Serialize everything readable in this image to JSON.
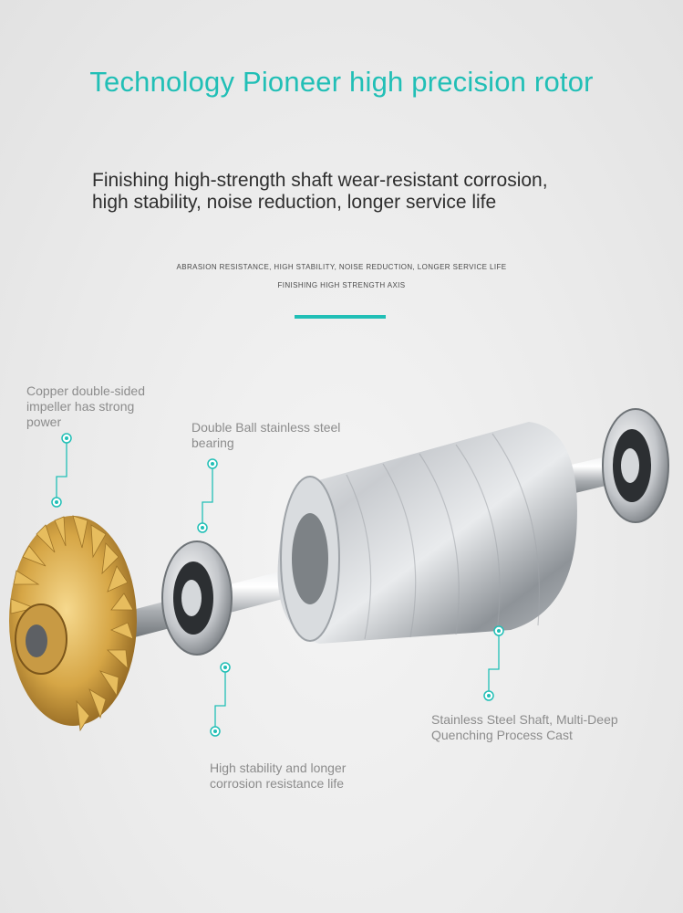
{
  "header": {
    "title": "Technology Pioneer high precision rotor",
    "subtitle_line1": "Finishing high-strength shaft wear-resistant corrosion,",
    "subtitle_line2": "high stability, noise reduction, longer service life",
    "small_line1": "ABRASION RESISTANCE, HIGH STABILITY, NOISE REDUCTION, LONGER SERVICE LIFE",
    "small_line2": "FINISHING HIGH STRENGTH AXIS"
  },
  "callouts": {
    "impeller": "Copper double-sided impeller has strong power",
    "bearing": "Double Ball stainless steel bearing",
    "shaft": "Stainless Steel Shaft, Multi-Deep Quenching Process Cast",
    "stability": "High stability and longer corrosion resistance life"
  },
  "colors": {
    "accent": "#21bfb6",
    "brass": "#c99a3c",
    "steel": "#bfc3c7"
  }
}
